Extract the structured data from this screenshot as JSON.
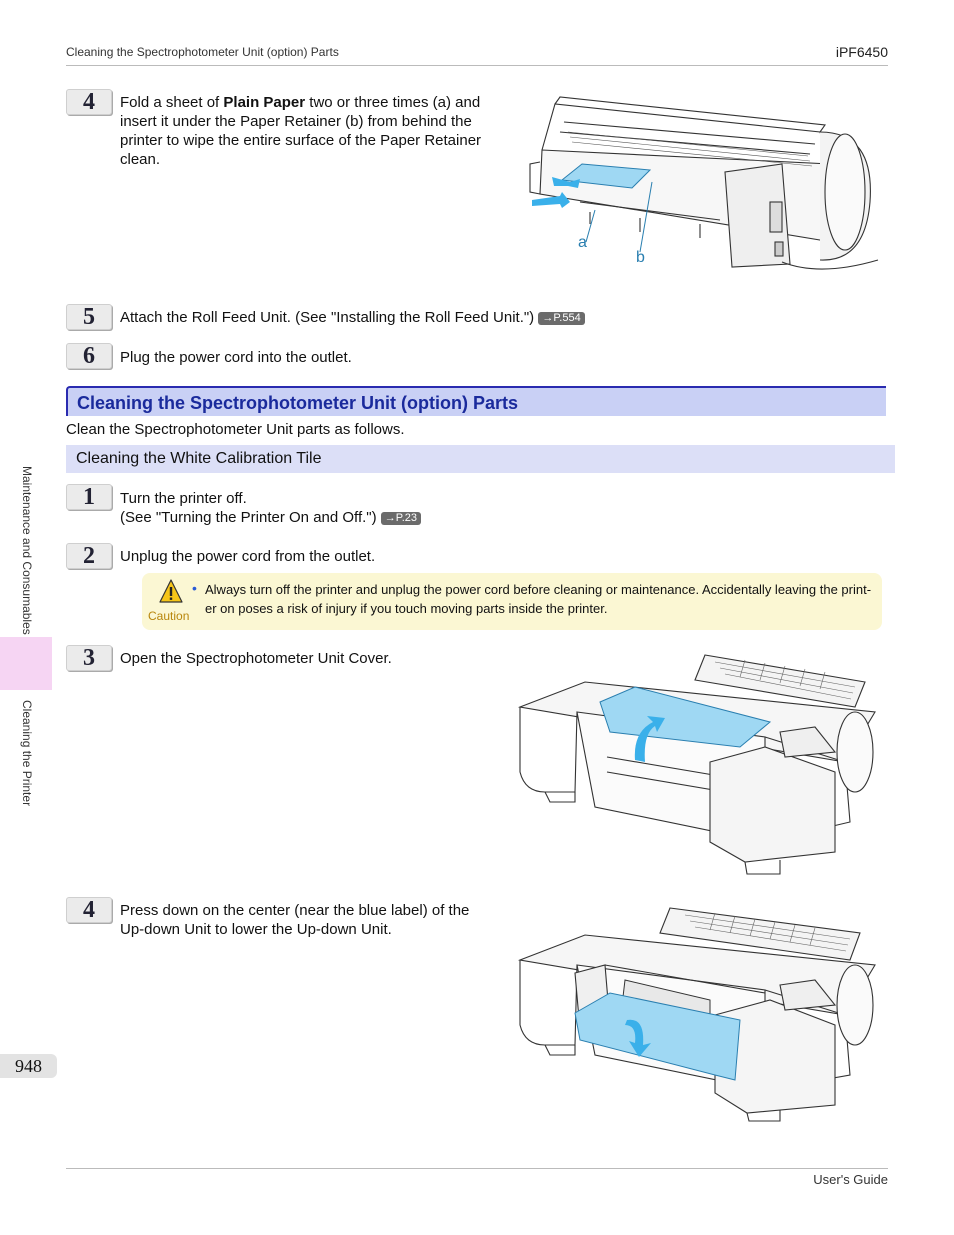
{
  "header": {
    "section_title": "Cleaning the Spectrophotometer Unit (option) Parts",
    "model": "iPF6450"
  },
  "steps_top": [
    {
      "num": "4",
      "text_pre": "Fold a sheet of ",
      "text_bold": "Plain Paper",
      "text_post": " two or three times (a) and insert it under the Paper Retainer (b) from behind the printer to wipe the entire surface of the Paper Retainer clean."
    },
    {
      "num": "5",
      "text": "Attach the Roll Feed Unit.  (See \"Installing the Roll Feed Unit.\")",
      "ref": "→P.554"
    },
    {
      "num": "6",
      "text": "Plug the power cord into the outlet."
    }
  ],
  "figure1": {
    "label_a": "a",
    "label_b": "b"
  },
  "section": {
    "title": "Cleaning the Spectrophotometer Unit (option) Parts",
    "intro": "Clean the Spectrophotometer Unit parts as follows.",
    "subsection": "Cleaning the White Calibration Tile"
  },
  "steps_bottom": [
    {
      "num": "1",
      "text": "Turn the printer off.",
      "text2": " (See \"Turning the Printer On and Off.\")",
      "ref": "→P.23"
    },
    {
      "num": "2",
      "text": "Unplug the power cord from the outlet."
    },
    {
      "num": "3",
      "text": "Open the Spectrophotometer Unit Cover."
    },
    {
      "num": "4",
      "text": "Press down on the center (near the blue label) of the Up-down Unit to lower the Up-down Unit."
    }
  ],
  "caution": {
    "label": "Caution",
    "text": "Always turn off the printer and unplug the power cord before cleaning or maintenance. Accidentally leaving the print-er on poses a risk of injury if you touch moving parts inside the printer."
  },
  "sidebar": {
    "chapter": "Maintenance and Consumables",
    "section": "Cleaning the Printer"
  },
  "page_number": "948",
  "footer": {
    "guide": "User's Guide"
  },
  "colors": {
    "section_bg": "#c9d0f5",
    "section_text": "#1a2a9c",
    "caution_bg": "#fbf7d3",
    "tab_pink": "#f6d5f3",
    "highlight_blue": "#9fd8f3"
  }
}
